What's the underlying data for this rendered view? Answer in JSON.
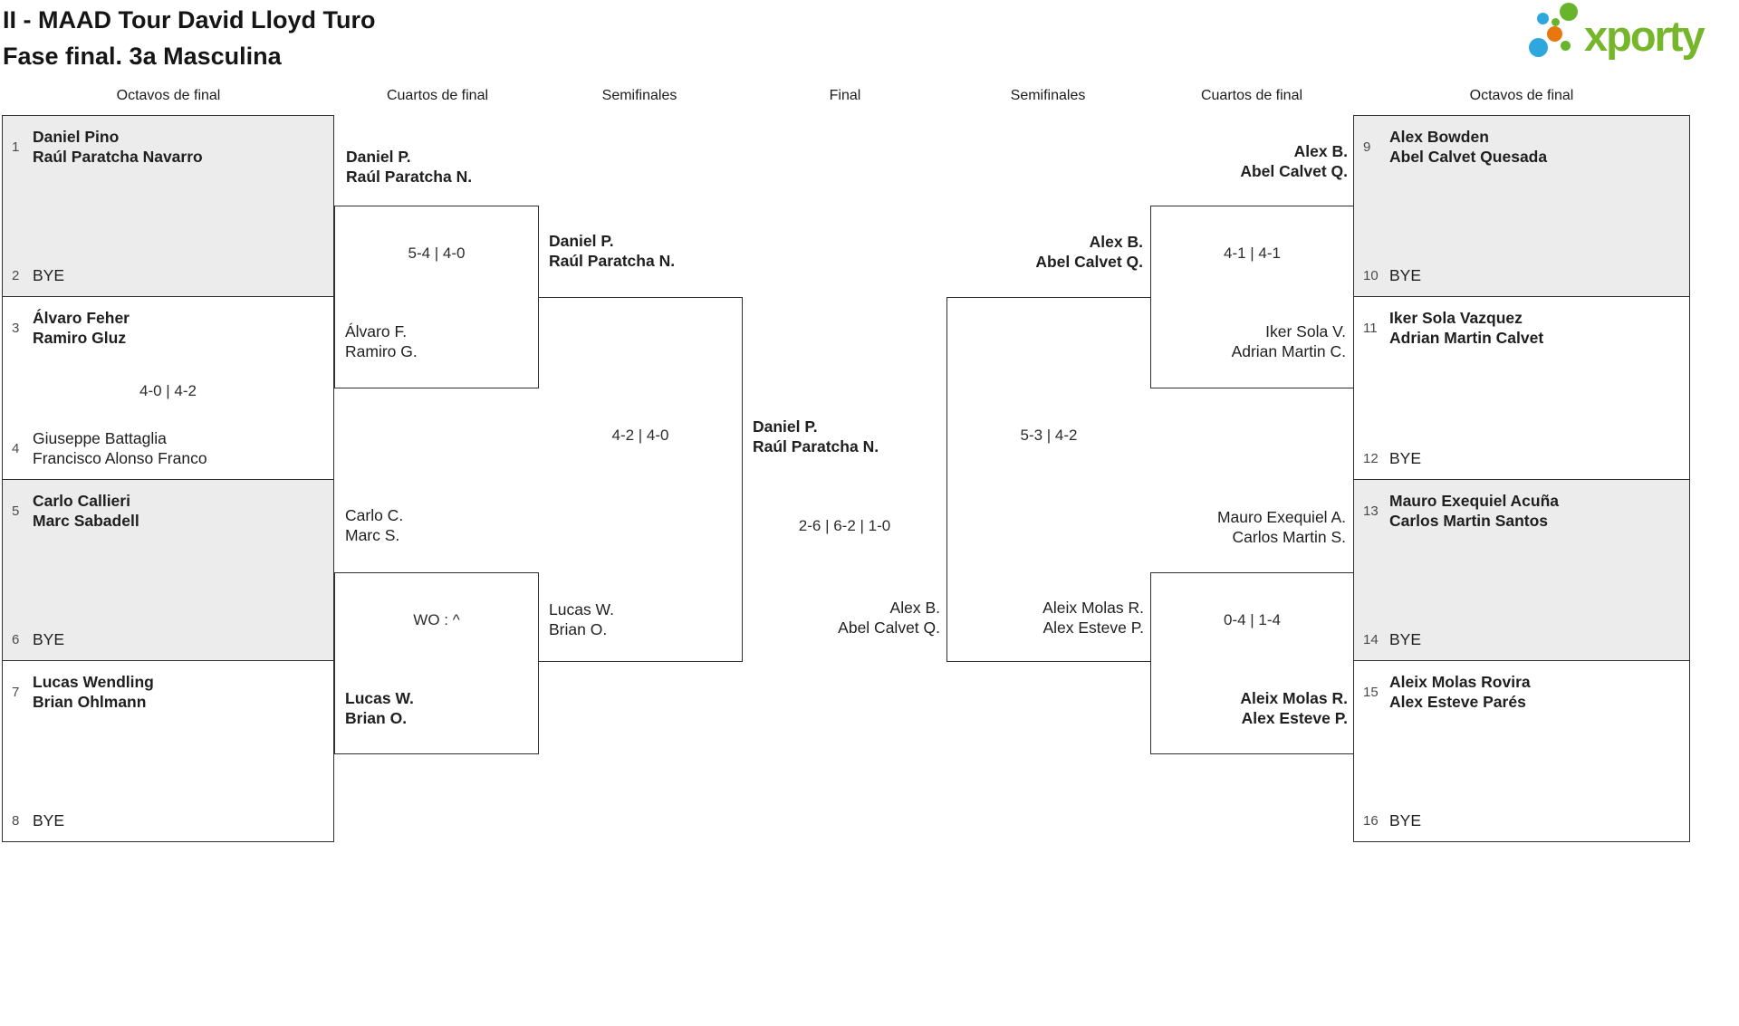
{
  "header": {
    "title": "II - MAAD Tour David Lloyd Turo",
    "subtitle": "Fase final. 3a Masculina"
  },
  "logo": {
    "text": "xporty",
    "green": "#68b52c",
    "text_green": "#76b62a",
    "blue": "#2ea7df",
    "orange": "#e8770e"
  },
  "round_headers": [
    "Octavos de final",
    "Cuartos de final",
    "Semifinales",
    "Final",
    "Semifinales",
    "Cuartos de final",
    "Octavos de final"
  ],
  "octavos_left": [
    {
      "top": {
        "seed": "1",
        "name1": "Daniel Pino",
        "name2": "Raúl Paratcha Navarro"
      },
      "bottom": {
        "seed": "2",
        "name1": "BYE"
      }
    },
    {
      "top": {
        "seed": "3",
        "name1": "Álvaro Feher",
        "name2": "Ramiro Gluz"
      },
      "bottom": {
        "seed": "4",
        "name1": "Giuseppe Battaglia",
        "name2": "Francisco Alonso Franco"
      },
      "score": "4-0 | 4-2"
    },
    {
      "top": {
        "seed": "5",
        "name1": "Carlo Callieri",
        "name2": "Marc Sabadell"
      },
      "bottom": {
        "seed": "6",
        "name1": "BYE"
      }
    },
    {
      "top": {
        "seed": "7",
        "name1": "Lucas Wendling",
        "name2": "Brian Ohlmann"
      },
      "bottom": {
        "seed": "8",
        "name1": "BYE"
      }
    }
  ],
  "octavos_right": [
    {
      "top": {
        "seed": "9",
        "name1": "Alex Bowden",
        "name2": "Abel Calvet Quesada"
      },
      "bottom": {
        "seed": "10",
        "name1": "BYE"
      }
    },
    {
      "top": {
        "seed": "11",
        "name1": "Iker Sola Vazquez",
        "name2": "Adrian Martin Calvet"
      },
      "bottom": {
        "seed": "12",
        "name1": "BYE"
      }
    },
    {
      "top": {
        "seed": "13",
        "name1": "Mauro Exequiel Acuña",
        "name2": "Carlos Martin Santos"
      },
      "bottom": {
        "seed": "14",
        "name1": "BYE"
      }
    },
    {
      "top": {
        "seed": "15",
        "name1": "Aleix Molas Rovira",
        "name2": "Alex Esteve Parés"
      },
      "bottom": {
        "seed": "16",
        "name1": "BYE"
      }
    }
  ],
  "quarterfinals_left": [
    {
      "winner": {
        "name1": "Daniel P.",
        "name2": "Raúl Paratcha N."
      },
      "loser": {
        "name1": "Álvaro F.",
        "name2": "Ramiro G."
      },
      "score": "5-4 | 4-0"
    },
    {
      "loser": {
        "name1": "Carlo C.",
        "name2": "Marc S."
      },
      "winner": {
        "name1": "Lucas W.",
        "name2": "Brian O."
      },
      "score": "WO : ^"
    }
  ],
  "quarterfinals_right": [
    {
      "winner": {
        "name1": "Alex B.",
        "name2": "Abel Calvet Q."
      },
      "loser": {
        "name1": "Iker Sola V.",
        "name2": "Adrian Martin C."
      },
      "score": "4-1 | 4-1"
    },
    {
      "loser": {
        "name1": "Mauro Exequiel A.",
        "name2": "Carlos Martin S."
      },
      "winner": {
        "name1": "Aleix Molas R.",
        "name2": "Alex Esteve P."
      },
      "score": "0-4 | 1-4"
    }
  ],
  "semifinal_left": {
    "winner": {
      "name1": "Daniel P.",
      "name2": "Raúl Paratcha N."
    },
    "loser": {
      "name1": "Lucas W.",
      "name2": "Brian O."
    },
    "score": "4-2 | 4-0"
  },
  "semifinal_right": {
    "winner": {
      "name1": "Alex B.",
      "name2": "Abel Calvet Q."
    },
    "loser": {
      "name1": "Aleix Molas R.",
      "name2": "Alex Esteve P."
    },
    "score": "5-3 | 4-2"
  },
  "final": {
    "winner": {
      "name1": "Daniel P.",
      "name2": "Raúl Paratcha N."
    },
    "loser": {
      "name1": "Alex B.",
      "name2": "Abel Calvet Q."
    },
    "score": "2-6 | 6-2 | 1-0"
  }
}
